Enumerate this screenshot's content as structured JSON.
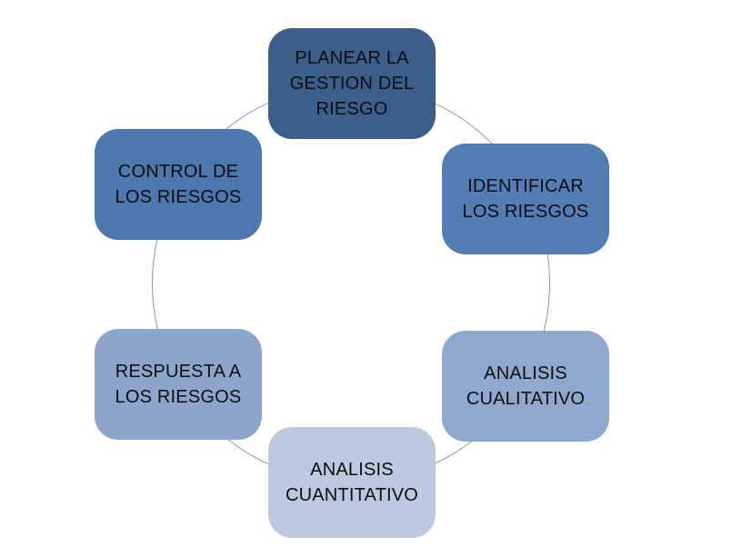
{
  "diagram": {
    "type": "cycle",
    "background": "#FFFFFF",
    "connector_color": "#7D99C7",
    "text_color": "#0D0D0D",
    "nodes": [
      {
        "id": "planear-la-gestion-del-riesgo",
        "position": "top",
        "label": "PLANEAR LA\nGESTION DEL\nRIESGO",
        "color": "#3B5E8B"
      },
      {
        "id": "identificar-los-riesgos",
        "position": "right-top",
        "label": "IDENTIFICAR\nLOS RIESGOS",
        "color": "#537DB5"
      },
      {
        "id": "analisis-cualitativo",
        "position": "right-bottom",
        "label": "ANALISIS\nCUALITATIVO",
        "color": "#8FA9CE"
      },
      {
        "id": "analisis-cuantitativo",
        "position": "bottom",
        "label": "ANALISIS\nCUANTITATIVO",
        "color": "#BDC9E1"
      },
      {
        "id": "respuesta-a-los-riesgos",
        "position": "left-bottom",
        "label": "RESPUESTA A\nLOS RIESGOS",
        "color": "#8CA5CB"
      },
      {
        "id": "control-de-los-riesgos",
        "position": "left-top",
        "label": "CONTROL DE\nLOS RIESGOS",
        "color": "#4C77AF"
      }
    ]
  }
}
